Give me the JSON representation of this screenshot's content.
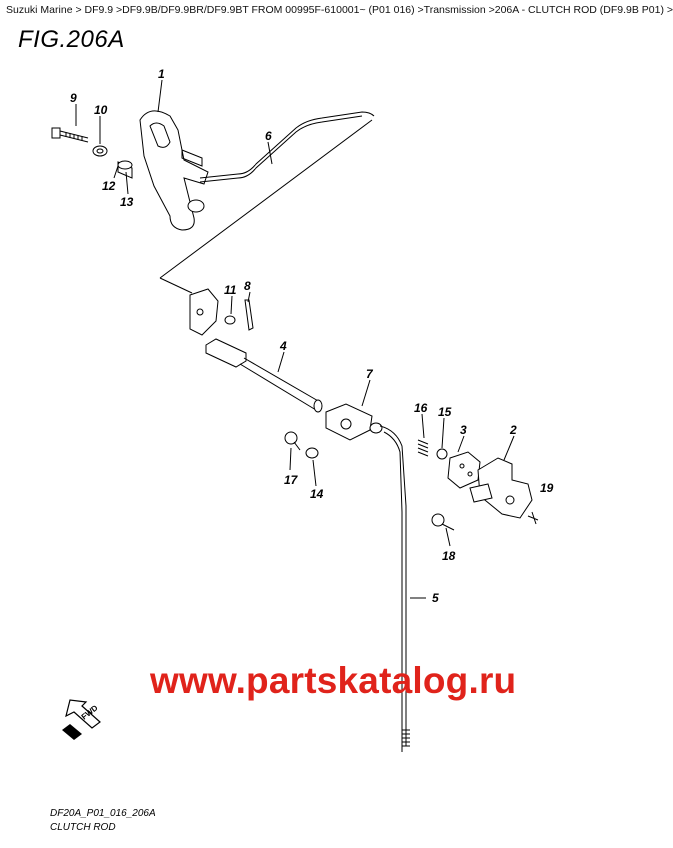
{
  "breadcrumb": "Suzuki Marine > DF9.9 >DF9.9B/DF9.9BR/DF9.9BT FROM 00995F-610001~ (P01 016) >Transmission >206A - CLUTCH ROD (DF9.9B P01) >",
  "figure_title": "FIG.206A",
  "callouts": {
    "c1": "1",
    "c2": "2",
    "c3": "3",
    "c4": "4",
    "c5": "5",
    "c6": "6",
    "c7": "7",
    "c8": "8",
    "c9": "9",
    "c10": "10",
    "c11": "11",
    "c12": "12",
    "c13": "13",
    "c14": "14",
    "c15": "15",
    "c16": "16",
    "c17": "17",
    "c18": "18",
    "c19": "19"
  },
  "watermark": "www.partskatalog.ru",
  "fwd_label": "FWD",
  "drawing_code": "DF20A_P01_016_206A",
  "caption": "CLUTCH ROD"
}
